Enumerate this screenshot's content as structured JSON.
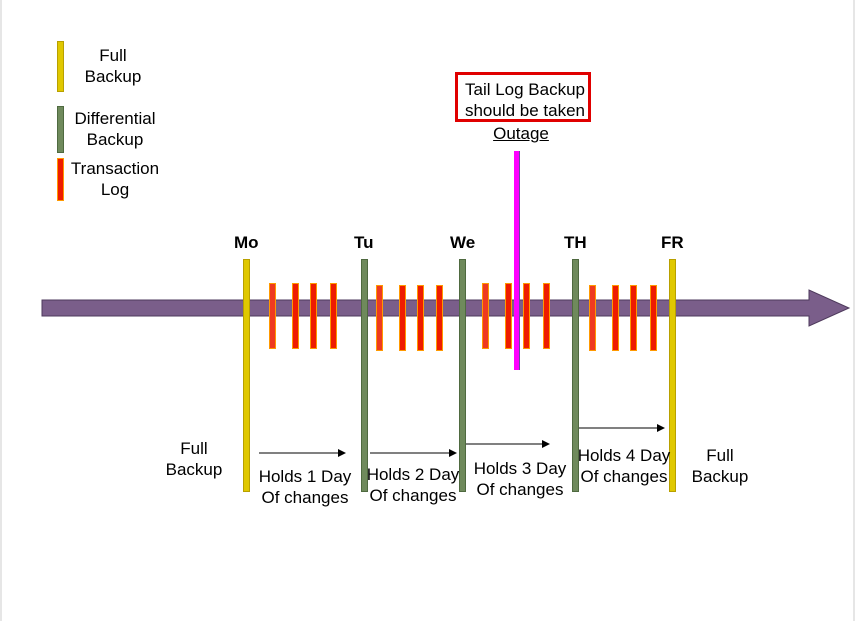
{
  "colors": {
    "full_backup": "#e0c800",
    "differential_backup": "#6f8a5c",
    "transaction_log_fill": "#ee1c00",
    "transaction_log_border": "#ff9900",
    "timeline_arrow": "#7a5e8a",
    "outage_marker": "#ff00ff",
    "tail_log_border": "#e00000"
  },
  "legend": {
    "full": {
      "line1": "Full",
      "line2": "Backup"
    },
    "differential": {
      "line1": "Differential",
      "line2": "Backup"
    },
    "transaction": {
      "line1": "Transaction",
      "line2": "Log"
    }
  },
  "days": [
    "Mo",
    "Tu",
    "We",
    "TH",
    "FR"
  ],
  "tail_log": {
    "line1": "Tail Log Backup",
    "line2": "should be taken"
  },
  "outage": "Outage",
  "bottom": {
    "full_left": {
      "line1": "Full",
      "line2": "Backup"
    },
    "holds": [
      {
        "line1": "Holds 1 Day",
        "line2": "Of changes"
      },
      {
        "line1": "Holds 2 Day",
        "line2": "Of changes"
      },
      {
        "line1": "Holds 3 Day",
        "line2": "Of changes"
      },
      {
        "line1": "Holds 4 Day",
        "line2": "Of changes"
      }
    ],
    "full_right": {
      "line1": "Full",
      "line2": "Backup"
    }
  }
}
